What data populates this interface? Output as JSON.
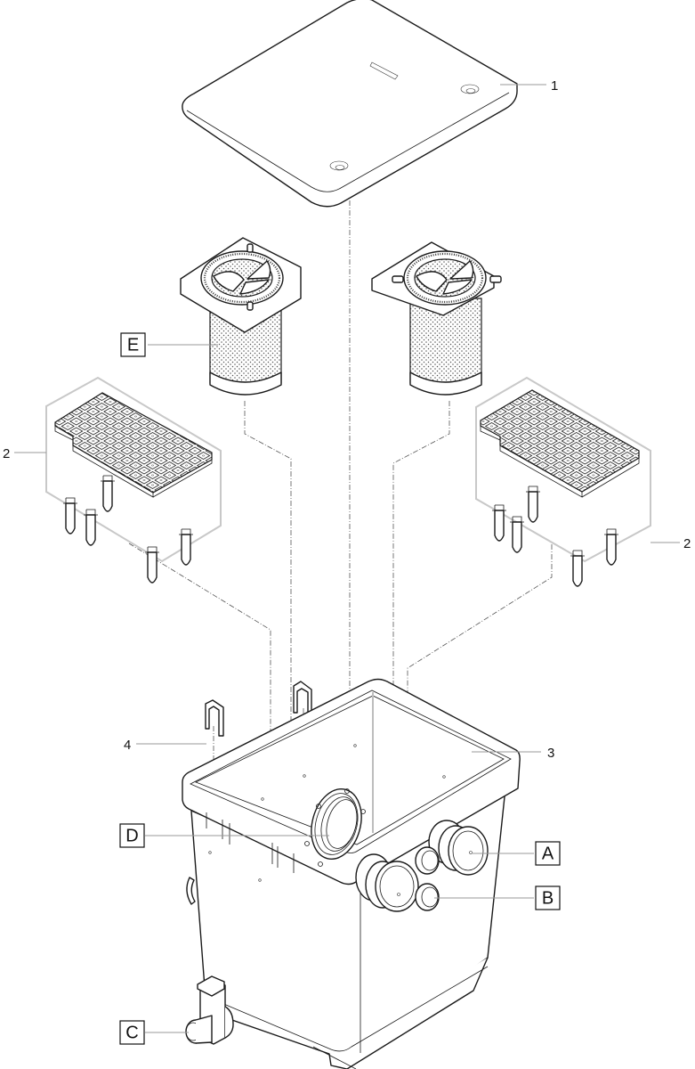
{
  "diagram": {
    "type": "exploded-view assembly drawing",
    "subject": "filter box with lid, filter baskets, grid plates and connection ports",
    "colors": {
      "line": "#1a1a1a",
      "leader": "#9a9a9a",
      "group_frame": "#c8c8c8",
      "background": "#ffffff"
    }
  },
  "part_numbers": [
    {
      "id": "1",
      "label": "1",
      "part": "lid"
    },
    {
      "id": "2a",
      "label": "2",
      "part": "grid plate set (left)"
    },
    {
      "id": "2b",
      "label": "2",
      "part": "grid plate set (right)"
    },
    {
      "id": "3",
      "label": "3",
      "part": "filter container"
    },
    {
      "id": "4",
      "label": "4",
      "part": "clip"
    }
  ],
  "connection_labels": [
    {
      "id": "A",
      "label": "A",
      "part": "large outlet port"
    },
    {
      "id": "B",
      "label": "B",
      "part": "small inlet port"
    },
    {
      "id": "C",
      "label": "C",
      "part": "drain valve"
    },
    {
      "id": "D",
      "label": "D",
      "part": "inlet flange"
    },
    {
      "id": "E",
      "label": "E",
      "part": "filter basket"
    }
  ]
}
